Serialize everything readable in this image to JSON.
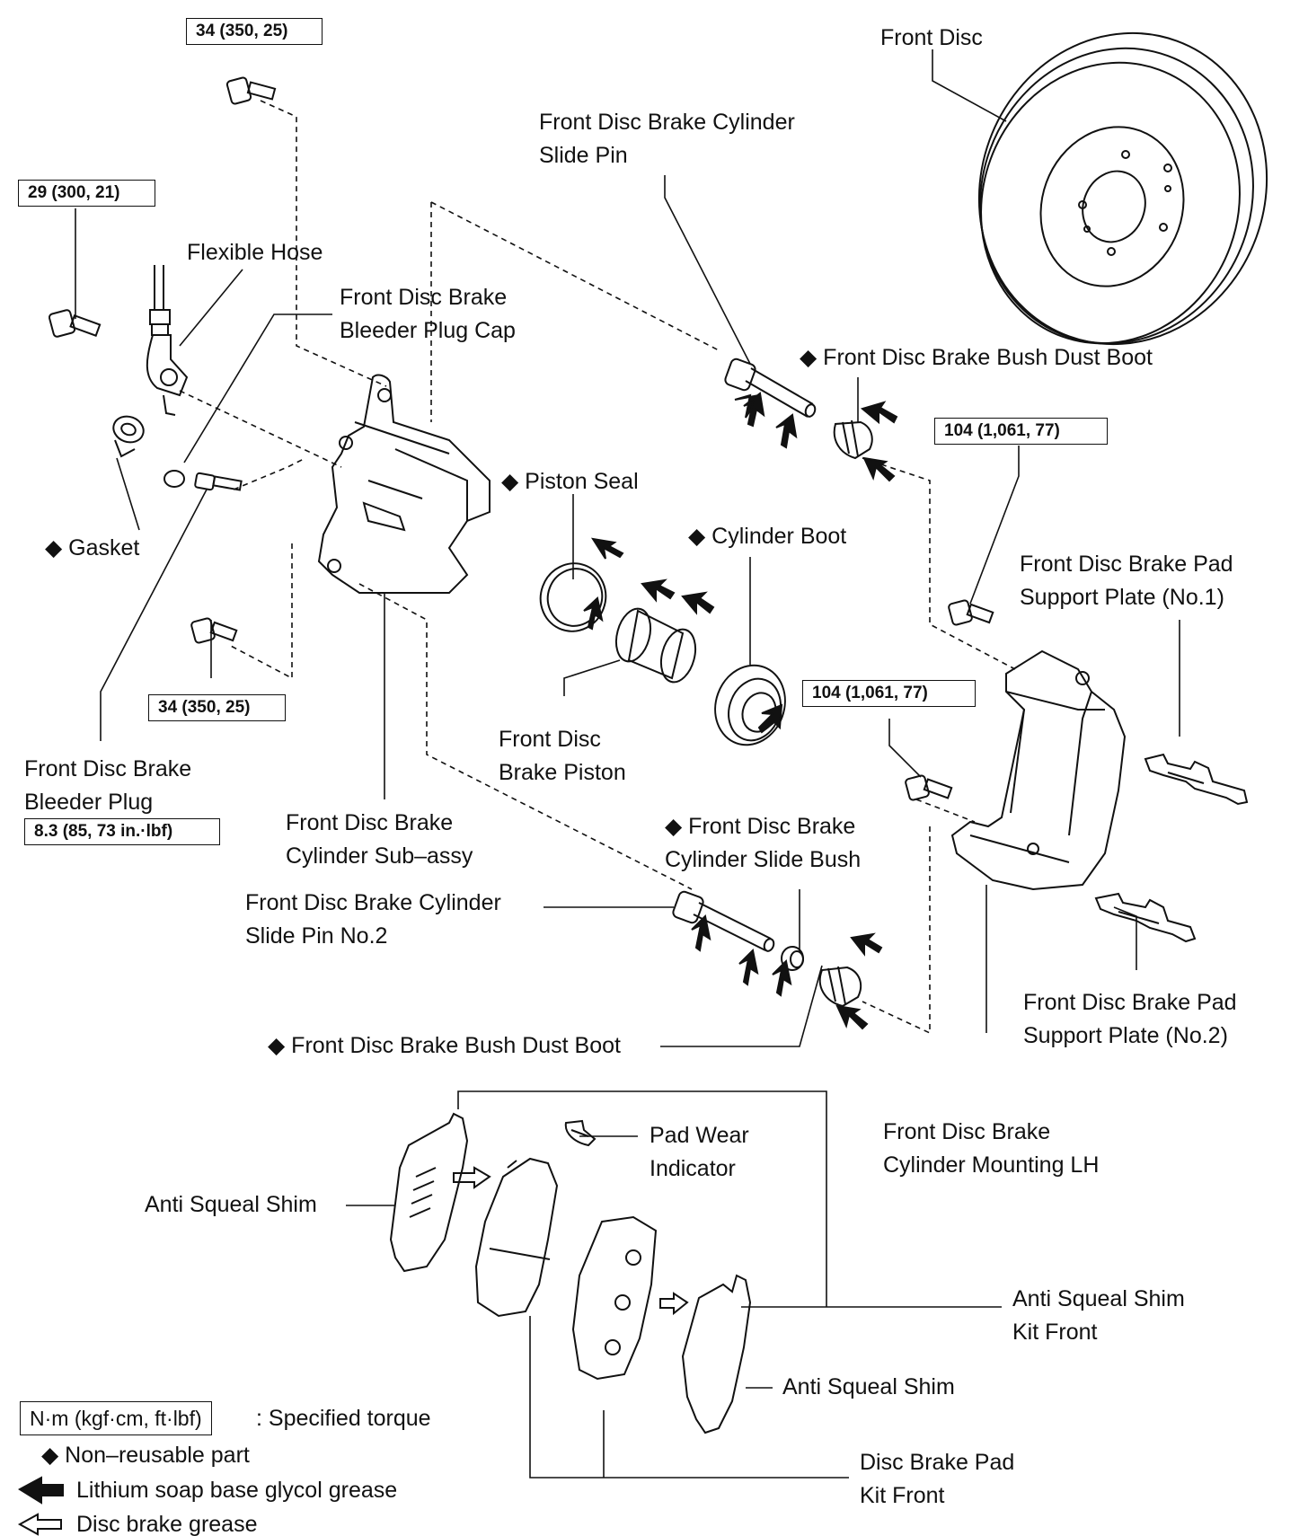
{
  "torque_specs": {
    "caliper_bolt_top": "34 (350, 25)",
    "hose_bolt": "29 (300, 21)",
    "caliper_bolt_bottom": "34 (350, 25)",
    "bleeder_plug": "8.3 (85, 73 in.·lbf)",
    "mounting_bolt_upper": "104 (1,061, 77)",
    "mounting_bolt_lower": "104 (1,061, 77)"
  },
  "labels": {
    "front_disc": "Front Disc",
    "slide_pin": [
      "Front Disc Brake Cylinder",
      "Slide Pin"
    ],
    "flexible_hose": "Flexible Hose",
    "bleeder_plug_cap": [
      "Front Disc Brake",
      "Bleeder Plug Cap"
    ],
    "bush_dust_boot_upper": "◆ Front Disc Brake Bush Dust Boot",
    "piston_seal": "◆ Piston Seal",
    "cylinder_boot": "◆ Cylinder Boot",
    "gasket": "◆ Gasket",
    "pad_support_plate_1": [
      "Front Disc Brake Pad",
      "Support Plate (No.1)"
    ],
    "bleeder_plug": [
      "Front Disc Brake",
      "Bleeder Plug"
    ],
    "piston": [
      "Front Disc",
      "Brake Piston"
    ],
    "cylinder_sub_assy": [
      "Front Disc Brake",
      "Cylinder Sub–assy"
    ],
    "slide_bush": [
      "◆ Front Disc Brake",
      "Cylinder Slide Bush"
    ],
    "slide_pin_no2": [
      "Front Disc Brake Cylinder",
      "Slide Pin No.2"
    ],
    "pad_support_plate_2": [
      "Front Disc Brake Pad",
      "Support Plate (No.2)"
    ],
    "bush_dust_boot_lower": "◆ Front Disc Brake Bush Dust Boot",
    "pad_wear_indicator": [
      "Pad Wear",
      "Indicator"
    ],
    "cylinder_mounting": [
      "Front Disc Brake",
      "Cylinder Mounting LH"
    ],
    "anti_squeal_shim_left": "Anti Squeal Shim",
    "anti_squeal_shim_kit": [
      "Anti Squeal Shim",
      "Kit Front"
    ],
    "anti_squeal_shim_right": "Anti Squeal Shim",
    "disc_brake_pad_kit": [
      "Disc Brake Pad",
      "Kit Front"
    ]
  },
  "legend": {
    "torque_unit": "N·m (kgf·cm, ft·lbf)",
    "torque_desc": ": Specified torque",
    "non_reusable": "◆ Non–reusable part",
    "lithium_grease": "Lithium soap base glycol grease",
    "disc_grease": "Disc brake grease"
  }
}
